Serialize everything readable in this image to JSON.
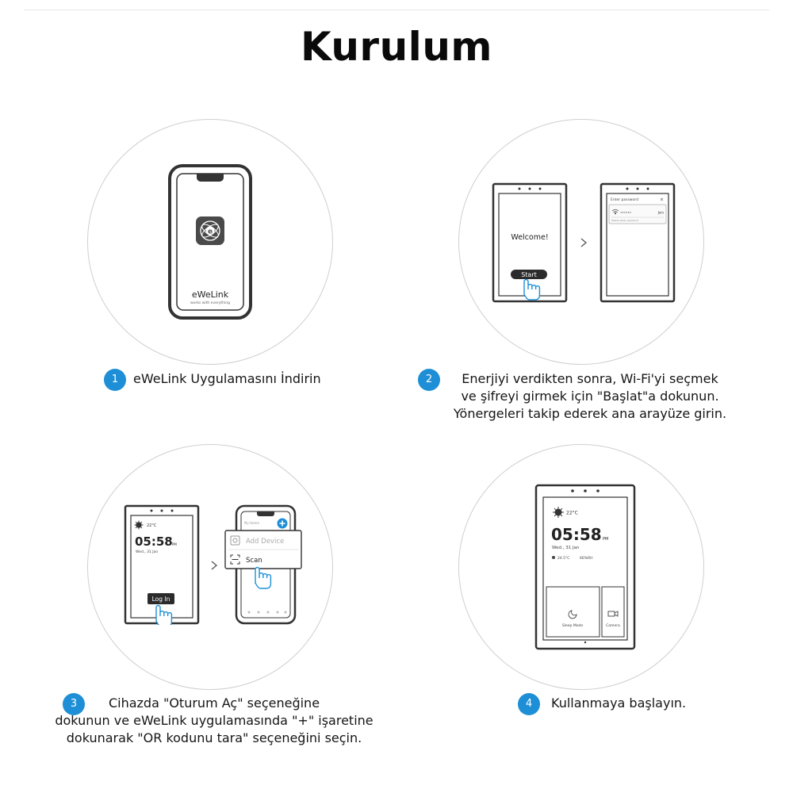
{
  "title": "Kurulum",
  "steps": [
    {
      "number": "1",
      "text": "eWeLink Uygulamasını İndirin"
    },
    {
      "number": "2",
      "lines": [
        "Enerjiyi verdikten sonra, Wi-Fi'yi seçmek",
        "ve şifreyi girmek için \"Başlat\"a dokunun.",
        "Yönergeleri takip ederek ana arayüze girin."
      ]
    },
    {
      "number": "3",
      "lines": [
        "Cihazda \"Oturum Aç\" seçeneğine",
        "dokunun ve eWeLink uygulamasında \"+\" işaretine",
        "dokunarak \"OR kodunu tara\" seçeneğini seçin."
      ]
    },
    {
      "number": "4",
      "text": "Kullanmaya başlayın."
    }
  ],
  "phone1": {
    "app_name": "eWeLink",
    "tagline": "works with everything"
  },
  "panel_welcome": {
    "welcome": "Welcome!",
    "start_button": "Start"
  },
  "panel_password": {
    "header": "Enter password",
    "close": "×",
    "masked": "••••••",
    "join": "Join",
    "hint": "Please enter password"
  },
  "panel_home": {
    "temperature": "22°C",
    "time": "05:58",
    "ampm": "PM",
    "date": "Wed., 31 Jan",
    "login_button": "Log In"
  },
  "phone_add": {
    "header": "My Home",
    "add_device": "Add Device",
    "scan": "Scan"
  },
  "panel_final": {
    "temperature": "22°C",
    "time": "05:58",
    "ampm": "PM",
    "date": "Wed., 31 Jan",
    "indoor_temp": "24.5°C",
    "humidity": "66%RH",
    "tile1": "Sleep Mode",
    "tile2": "Camera"
  },
  "icons": [
    "ewelink-logo-icon",
    "chevron-right-icon",
    "hand-pointer-icon",
    "sun-icon",
    "wifi-icon",
    "plus-icon",
    "scan-icon",
    "moon-icon",
    "camera-icon"
  ],
  "colors": {
    "accent": "#1e8fd6",
    "device_outline": "#3a3a3a",
    "circle_border": "#cfcfcf"
  }
}
